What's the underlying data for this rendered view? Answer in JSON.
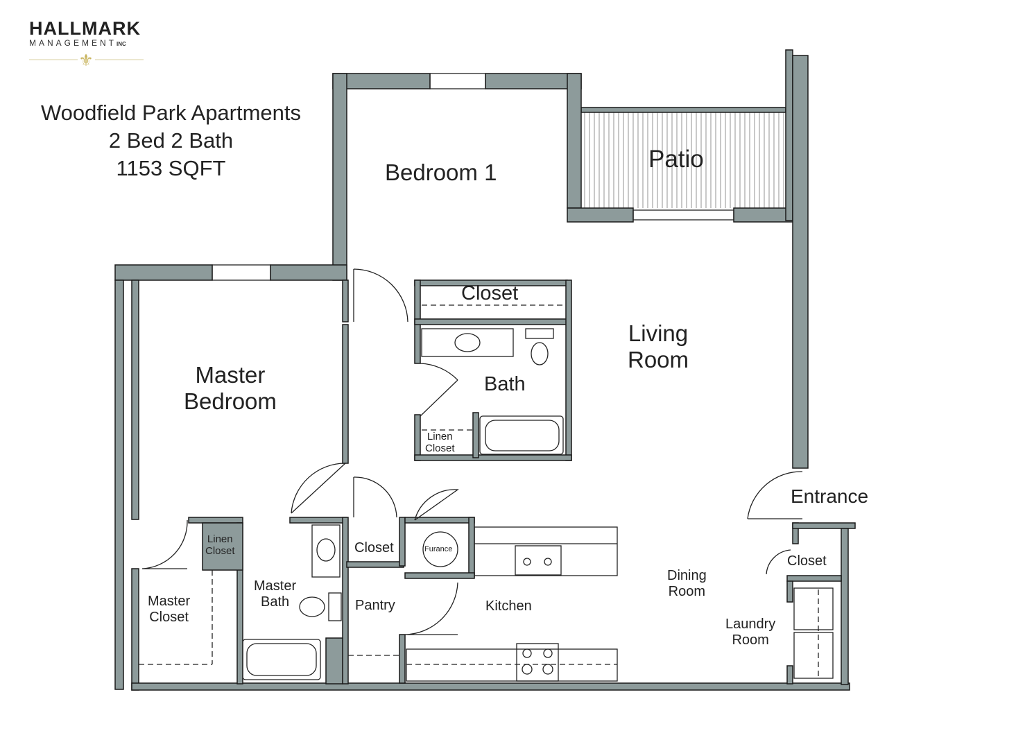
{
  "brand": {
    "name": "HALLMARK",
    "sub": "MANAGEMENT",
    "suffix": "INC",
    "accent": "#c9b560"
  },
  "title": {
    "line1": "Woodfield Park Apartments",
    "line2": "2 Bed 2 Bath",
    "line3": "1153 SQFT"
  },
  "rooms": {
    "bedroom1": "Bedroom 1",
    "patio": "Patio",
    "closet_bed1": "Closet",
    "living": [
      "Living",
      "Room"
    ],
    "bath": "Bath",
    "linen1": [
      "Linen",
      "Closet"
    ],
    "master": [
      "Master",
      "Bedroom"
    ],
    "entrance": "Entrance",
    "linen2": [
      "Linen",
      "Closet"
    ],
    "closet_hall": "Closet",
    "furnace": "Furance",
    "master_bath": [
      "Master",
      "Bath"
    ],
    "master_closet": [
      "Master",
      "Closet"
    ],
    "pantry": "Pantry",
    "kitchen": "Kitchen",
    "dining": [
      "Dining",
      "Room"
    ],
    "closet_entry": "Closet",
    "laundry": [
      "Laundry",
      "Room"
    ]
  }
}
